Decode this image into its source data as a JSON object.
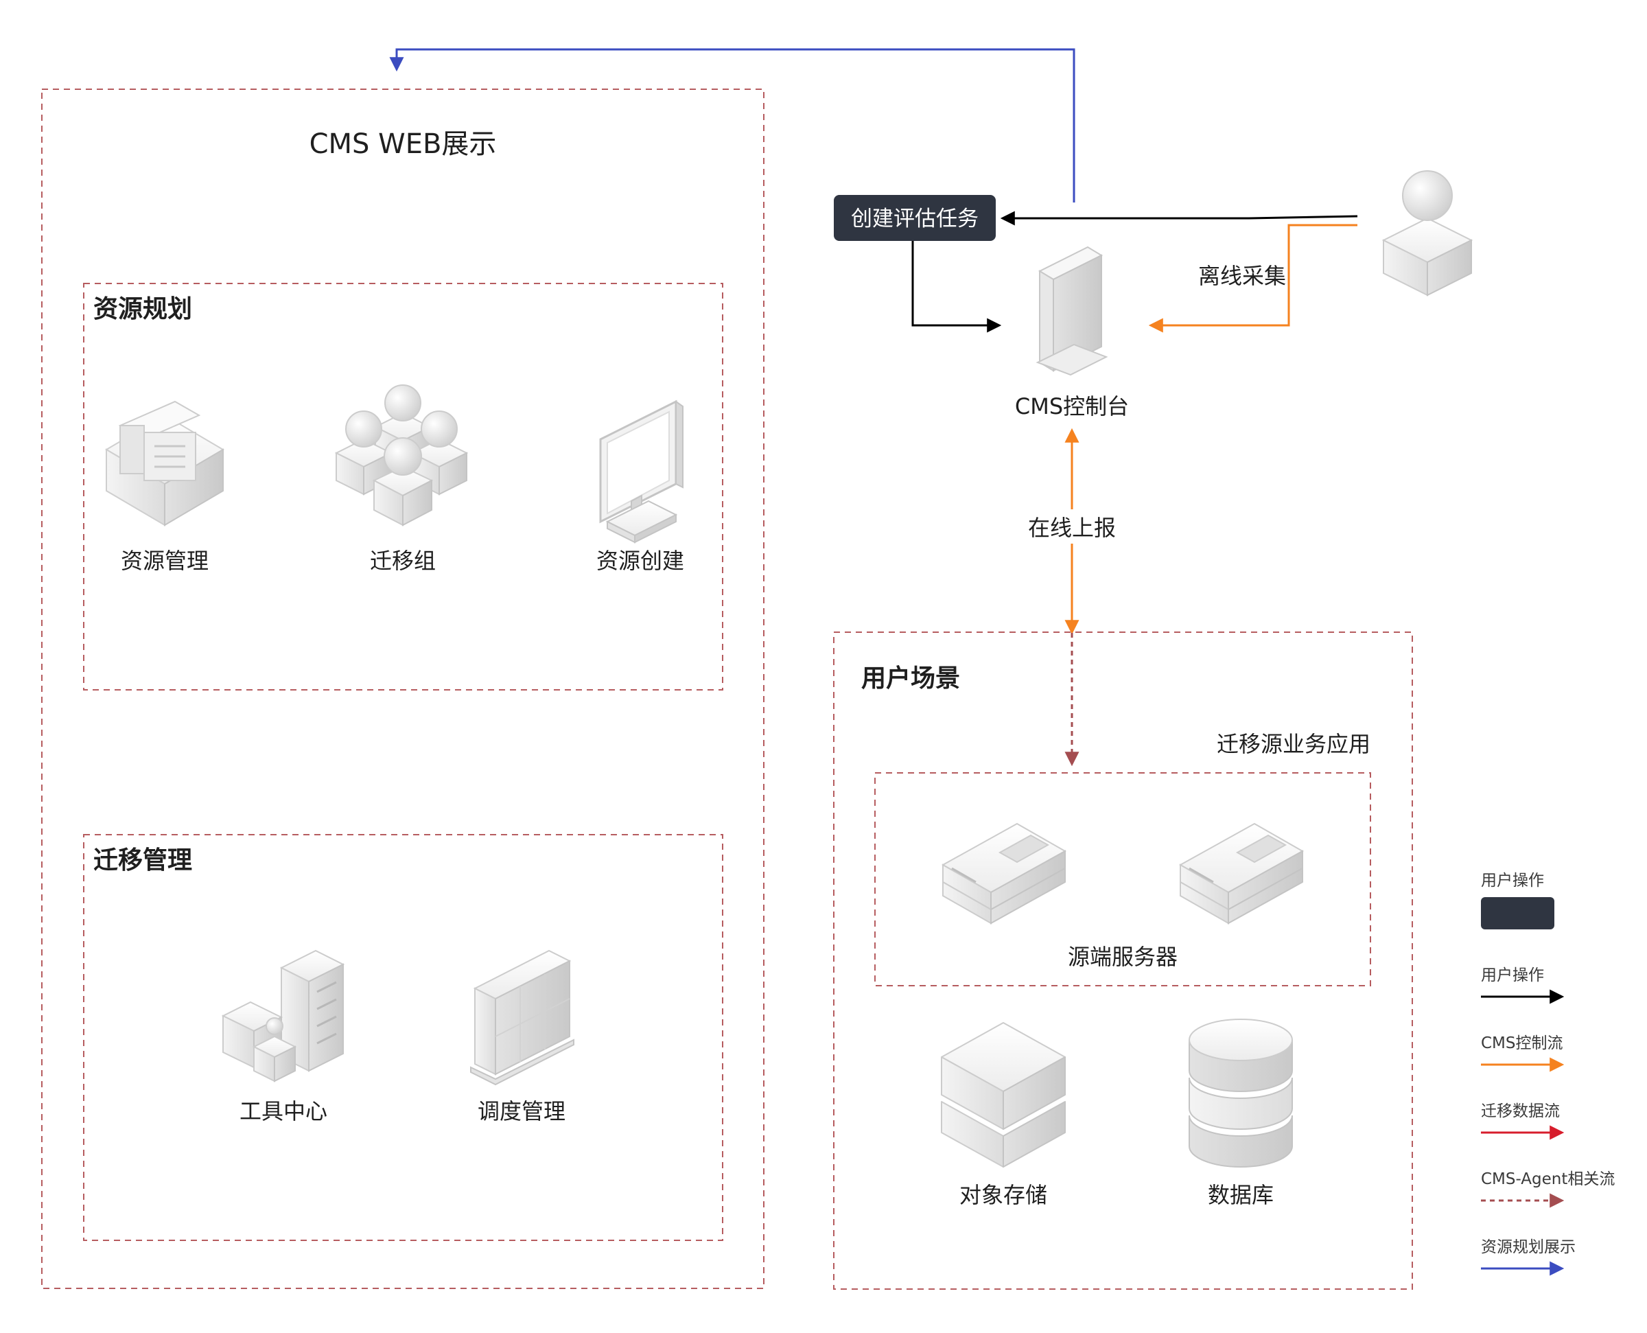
{
  "web": {
    "title": "CMS WEB展示",
    "planning": {
      "title": "资源规划",
      "items": [
        "资源管理",
        "迁移组",
        "资源创建"
      ]
    },
    "migration": {
      "title": "迁移管理",
      "items": [
        "工具中心",
        "调度管理"
      ]
    }
  },
  "console": {
    "task_button": "创建评估任务",
    "offline_label": "离线采集",
    "console_label": "CMS控制台",
    "online_label": "在线上报"
  },
  "scene": {
    "title": "用户场景",
    "source_app_label": "迁移源业务应用",
    "servers_label": "源端服务器",
    "storage_label": "对象存储",
    "database_label": "数据库"
  },
  "legend": [
    {
      "label": "用户操作",
      "kind": "box",
      "color": "#2f3541"
    },
    {
      "label": "用户操作",
      "kind": "arrow",
      "color": "#000000"
    },
    {
      "label": "CMS控制流",
      "kind": "arrow",
      "color": "#f5821f"
    },
    {
      "label": "迁移数据流",
      "kind": "arrow",
      "color": "#d71d2c"
    },
    {
      "label": "CMS-Agent相关流",
      "kind": "dashed-arrow",
      "color": "#a44d50"
    },
    {
      "label": "资源规划展示",
      "kind": "arrow",
      "color": "#3b4cc0"
    }
  ],
  "colors": {
    "dashed_border": "#b65c5f",
    "operation_box": "#2f3541",
    "control_flow": "#f5821f",
    "user_flow": "#000000",
    "display_flow": "#3b4cc0",
    "agent_flow": "#a44d50"
  }
}
